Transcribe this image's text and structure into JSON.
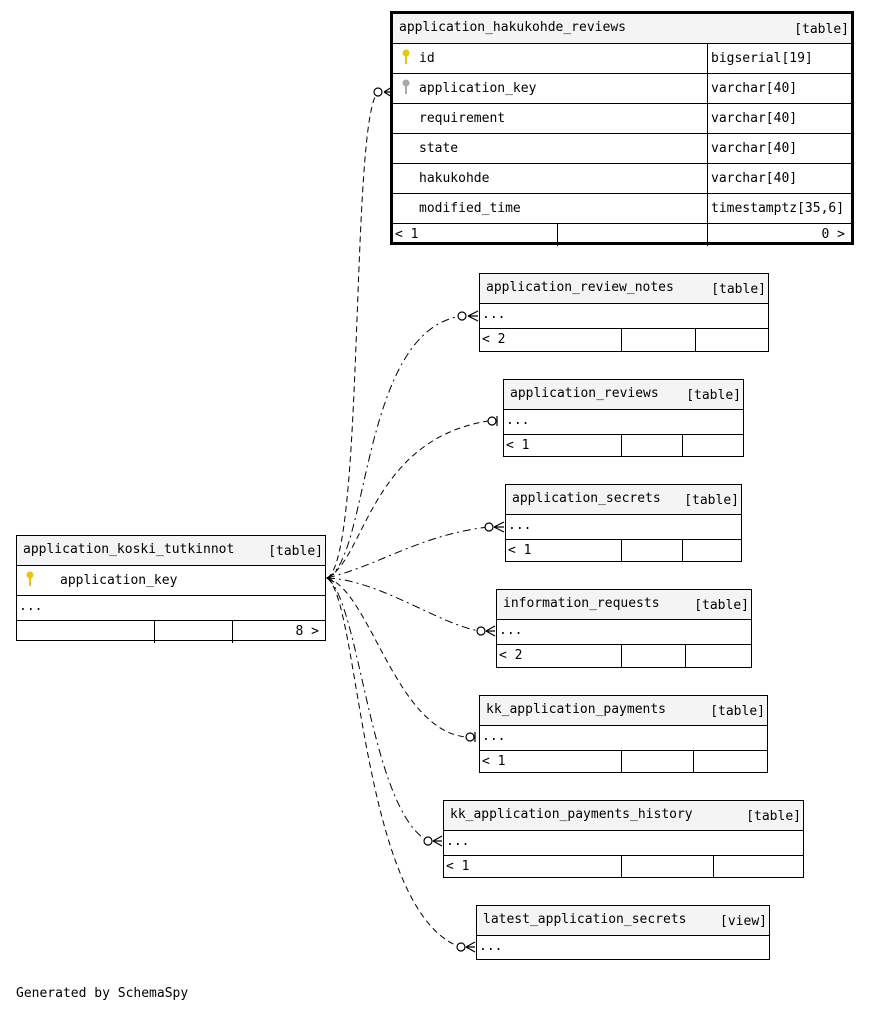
{
  "focus_table": {
    "name": "application_hakukohde_reviews",
    "kind": "[table]",
    "columns": [
      {
        "name": "id",
        "type": "bigserial[19]",
        "key": "primary-key-icon"
      },
      {
        "name": "application_key",
        "type": "varchar[40]",
        "key": "foreign-key-icon"
      },
      {
        "name": "requirement",
        "type": "varchar[40]",
        "key": ""
      },
      {
        "name": "state",
        "type": "varchar[40]",
        "key": ""
      },
      {
        "name": "hakukohde",
        "type": "varchar[40]",
        "key": ""
      },
      {
        "name": "modified_time",
        "type": "timestamptz[35,6]",
        "key": ""
      }
    ],
    "footer_left": "< 1",
    "footer_right": "0 >"
  },
  "parent_table": {
    "name": "application_koski_tutkinnot",
    "kind": "[table]",
    "column": "application_key",
    "ellipsis": "...",
    "footer_right": "8 >"
  },
  "related_tables": [
    {
      "name": "application_review_notes",
      "kind": "[table]",
      "ellipsis": "...",
      "footer_left": "< 2"
    },
    {
      "name": "application_reviews",
      "kind": "[table]",
      "ellipsis": "...",
      "footer_left": "< 1"
    },
    {
      "name": "application_secrets",
      "kind": "[table]",
      "ellipsis": "...",
      "footer_left": "< 1"
    },
    {
      "name": "information_requests",
      "kind": "[table]",
      "ellipsis": "...",
      "footer_left": "< 2"
    },
    {
      "name": "kk_application_payments",
      "kind": "[table]",
      "ellipsis": "...",
      "footer_left": "< 1"
    },
    {
      "name": "kk_application_payments_history",
      "kind": "[table]",
      "ellipsis": "...",
      "footer_left": "< 1"
    },
    {
      "name": "latest_application_secrets",
      "kind": "[view]",
      "ellipsis": "...",
      "footer_left": ""
    }
  ],
  "colors": {
    "key_primary": "#e8c800",
    "key_foreign": "#a8a8a8",
    "header_bg": "#f4f4f4"
  },
  "footer": "Generated by SchemaSpy"
}
